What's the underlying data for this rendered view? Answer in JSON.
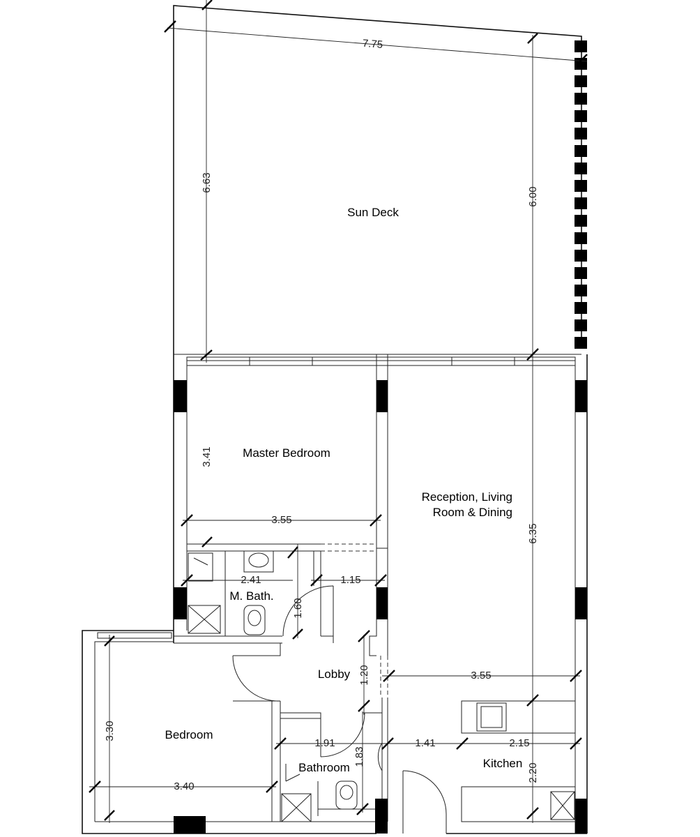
{
  "rooms": {
    "sun_deck": "Sun Deck",
    "master_bedroom": "Master Bedroom",
    "reception_line1": "Reception, Living",
    "reception_line2": "Room & Dining",
    "master_bath": "M. Bath.",
    "lobby": "Lobby",
    "bedroom": "Bedroom",
    "bathroom": "Bathroom",
    "kitchen": "Kitchen"
  },
  "dimensions": {
    "sun_deck_width": "7.75",
    "sun_deck_depth_left": "6.63",
    "sun_deck_depth_right": "6.00",
    "master_bedroom_depth": "3.41",
    "master_bedroom_width": "3.55",
    "reception_depth": "6.35",
    "master_bath_width": "2.41",
    "master_bath_passage_width": "1.15",
    "master_bath_depth": "1.60",
    "lobby_depth": "1.20",
    "reception_width": "3.55",
    "bedroom_depth": "3.30",
    "bedroom_width": "3.40",
    "bathroom_width": "1.91",
    "bathroom_depth": "1.83",
    "kitchen_width_left": "1.41",
    "kitchen_width_right": "2.15",
    "kitchen_depth": "2.20"
  }
}
